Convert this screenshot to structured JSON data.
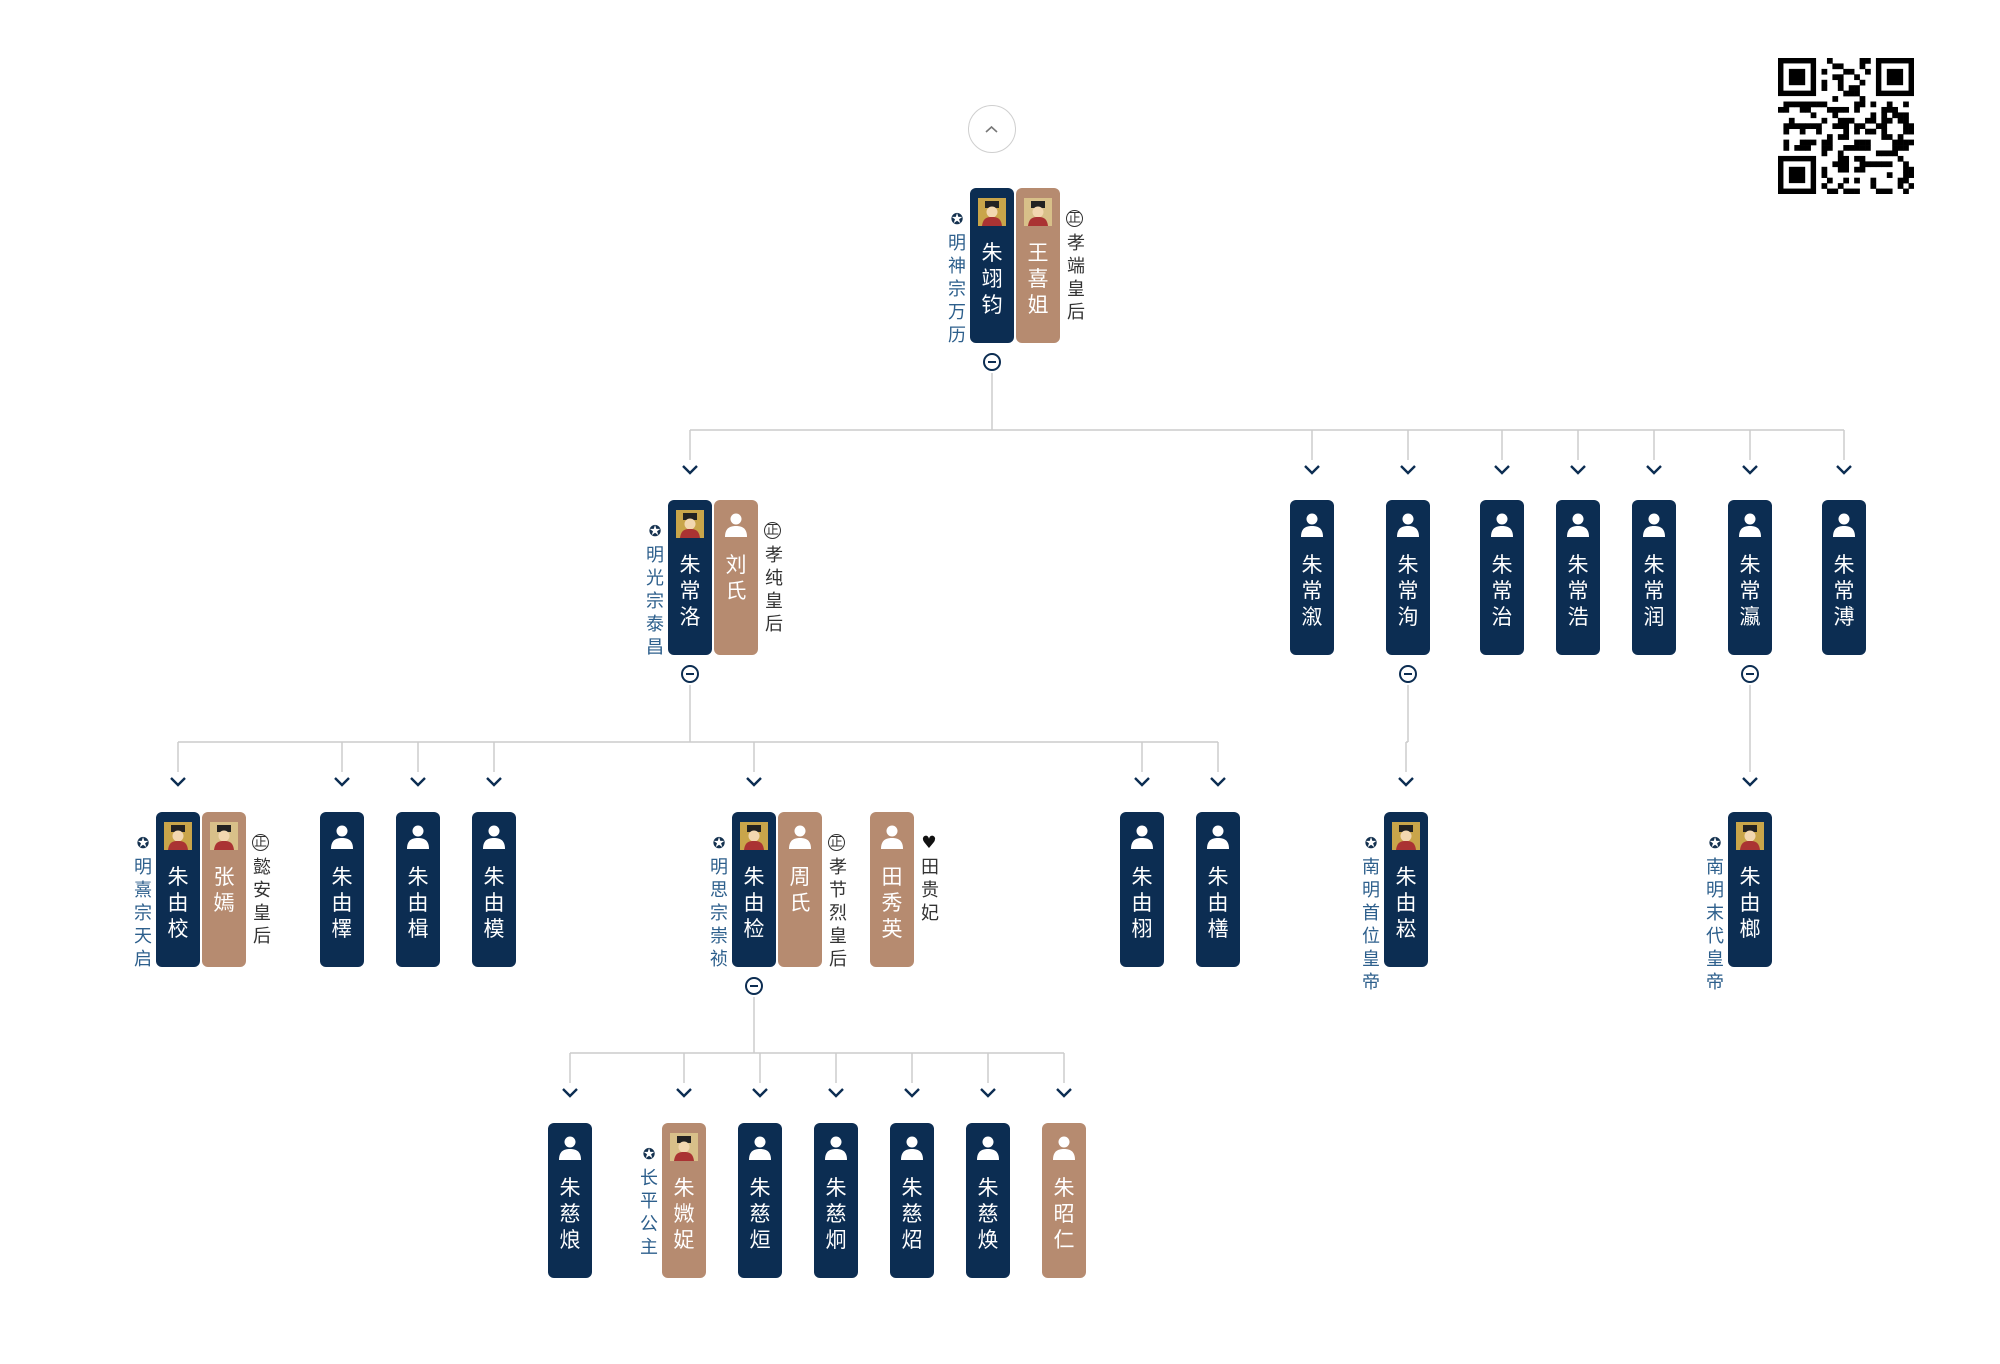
{
  "colors": {
    "male": "#0c2d52",
    "female": "#b68b70",
    "title_text": "#2d5f8c",
    "line": "#cccccc"
  },
  "icons": {
    "up": "chevron-up-icon",
    "collapse": "collapse-icon",
    "expand": "chevron-down-icon",
    "emperor": "star-icon",
    "empress": "zheng-icon",
    "consort": "heart-icon",
    "avatar": "person-icon",
    "portrait": "portrait-icon"
  },
  "nodes": [
    {
      "id": "n0",
      "name": "朱翊钧",
      "sex": "m",
      "title": "明神宗万历",
      "portrait": true,
      "collapse": true,
      "spouses": [
        {
          "name": "王喜姐",
          "sex": "f",
          "portrait": true,
          "label": "孝端皇后",
          "badge": "正"
        }
      ]
    },
    {
      "id": "n1",
      "name": "朱常洛",
      "sex": "m",
      "title": "明光宗泰昌",
      "portrait": true,
      "collapse": true,
      "spouses": [
        {
          "name": "刘氏",
          "sex": "f",
          "portrait": false,
          "label": "孝纯皇后",
          "badge": "正"
        }
      ]
    },
    {
      "id": "n2",
      "name": "朱常溆",
      "sex": "m"
    },
    {
      "id": "n3",
      "name": "朱常洵",
      "sex": "m",
      "collapse": true
    },
    {
      "id": "n4",
      "name": "朱常治",
      "sex": "m"
    },
    {
      "id": "n5",
      "name": "朱常浩",
      "sex": "m"
    },
    {
      "id": "n6",
      "name": "朱常润",
      "sex": "m"
    },
    {
      "id": "n7",
      "name": "朱常瀛",
      "sex": "m",
      "collapse": true
    },
    {
      "id": "n8",
      "name": "朱常溥",
      "sex": "m"
    },
    {
      "id": "n9",
      "name": "朱由校",
      "sex": "m",
      "title": "明熹宗天启",
      "portrait": true,
      "spouses": [
        {
          "name": "张嫣",
          "sex": "f",
          "portrait": true,
          "label": "懿安皇后",
          "badge": "正"
        }
      ]
    },
    {
      "id": "n10",
      "name": "朱由檡",
      "sex": "m"
    },
    {
      "id": "n11",
      "name": "朱由楫",
      "sex": "m"
    },
    {
      "id": "n12",
      "name": "朱由模",
      "sex": "m"
    },
    {
      "id": "n13",
      "name": "朱由检",
      "sex": "m",
      "title": "明思宗崇祯",
      "portrait": true,
      "collapse": true,
      "spouses": [
        {
          "name": "周氏",
          "sex": "f",
          "portrait": false,
          "label": "孝节烈皇后",
          "badge": "正"
        },
        {
          "name": "田秀英",
          "sex": "f",
          "portrait": false,
          "label": "田贵妃",
          "badge": "heart"
        }
      ]
    },
    {
      "id": "n14",
      "name": "朱由栩",
      "sex": "m"
    },
    {
      "id": "n15",
      "name": "朱由橏",
      "sex": "m"
    },
    {
      "id": "n16",
      "name": "朱由崧",
      "sex": "m",
      "title": "南明首位皇帝",
      "portrait": true
    },
    {
      "id": "n17",
      "name": "朱由榔",
      "sex": "m",
      "title": "南明末代皇帝",
      "portrait": true
    },
    {
      "id": "n18",
      "name": "朱慈烺",
      "sex": "m"
    },
    {
      "id": "n19",
      "name": "朱媺娖",
      "sex": "f",
      "title": "长平公主",
      "portrait": true
    },
    {
      "id": "n20",
      "name": "朱慈烜",
      "sex": "m"
    },
    {
      "id": "n21",
      "name": "朱慈炯",
      "sex": "m"
    },
    {
      "id": "n22",
      "name": "朱慈炤",
      "sex": "m"
    },
    {
      "id": "n23",
      "name": "朱慈焕",
      "sex": "m"
    },
    {
      "id": "n24",
      "name": "朱昭仁",
      "sex": "f"
    }
  ],
  "edges": [
    [
      "n0",
      "n1"
    ],
    [
      "n0",
      "n2"
    ],
    [
      "n0",
      "n3"
    ],
    [
      "n0",
      "n4"
    ],
    [
      "n0",
      "n5"
    ],
    [
      "n0",
      "n6"
    ],
    [
      "n0",
      "n7"
    ],
    [
      "n0",
      "n8"
    ],
    [
      "n1",
      "n9"
    ],
    [
      "n1",
      "n10"
    ],
    [
      "n1",
      "n11"
    ],
    [
      "n1",
      "n12"
    ],
    [
      "n1",
      "n13"
    ],
    [
      "n1",
      "n14"
    ],
    [
      "n1",
      "n15"
    ],
    [
      "n3",
      "n16"
    ],
    [
      "n7",
      "n17"
    ],
    [
      "n13",
      "n18"
    ],
    [
      "n13",
      "n19"
    ],
    [
      "n13",
      "n20"
    ],
    [
      "n13",
      "n21"
    ],
    [
      "n13",
      "n22"
    ],
    [
      "n13",
      "n23"
    ],
    [
      "n13",
      "n24"
    ]
  ]
}
